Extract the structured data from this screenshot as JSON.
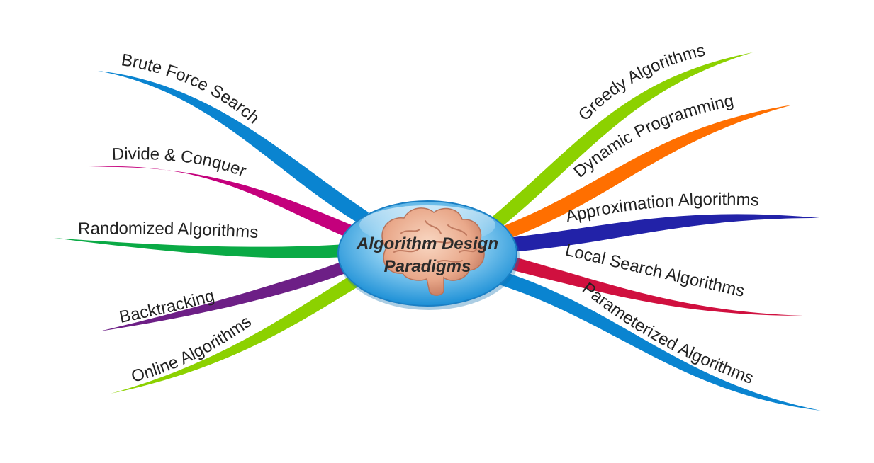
{
  "center": {
    "title_line1": "Algorithm Design",
    "title_line2": "Paradigms",
    "icon": "brain-icon"
  },
  "branches": {
    "brute_force": {
      "label": "Brute Force Search",
      "color": "#0a84d0"
    },
    "divide_conquer": {
      "label": "Divide & Conquer",
      "color": "#c4007c"
    },
    "randomized": {
      "label": "Randomized Algorithms",
      "color": "#0aaa45"
    },
    "backtracking": {
      "label": "Backtracking",
      "color": "#6d1f86"
    },
    "online": {
      "label": "Online Algorithms",
      "color": "#8cd100"
    },
    "greedy": {
      "label": "Greedy Algorithms",
      "color": "#8cd100"
    },
    "dynamic": {
      "label": "Dynamic Programming",
      "color": "#ff6f00"
    },
    "approximation": {
      "label": "Approximation Algorithms",
      "color": "#2222a8"
    },
    "local_search": {
      "label": "Local Search Algorithms",
      "color": "#d0103f"
    },
    "parameterized": {
      "label": "Parameterized Algorithms",
      "color": "#0a84d0"
    }
  }
}
